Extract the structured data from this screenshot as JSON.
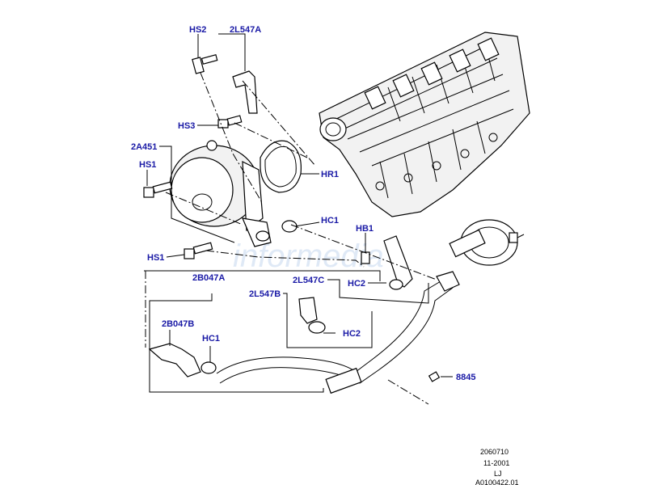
{
  "watermark": "informedia",
  "callouts": {
    "hs2": "HS2",
    "bracket_top": "2L547A",
    "hs3": "HS3",
    "pump": "2A451",
    "hs1_upper": "HS1",
    "hr1": "HR1",
    "hc1_upper": "HC1",
    "hb1": "HB1",
    "hs1_lower": "HS1",
    "hose_assy": "2B047A",
    "bracket_right": "2L547C",
    "hc2_upper": "HC2",
    "bracket_mid": "2L547B",
    "hc2_lower": "HC2",
    "hose_short": "2B047B",
    "hc1_lower": "HC1",
    "check_valve": "8845"
  },
  "footer": {
    "line1": "2060710",
    "line2": "11-2001",
    "line3": "LJ",
    "line4": "A0100422.01"
  }
}
